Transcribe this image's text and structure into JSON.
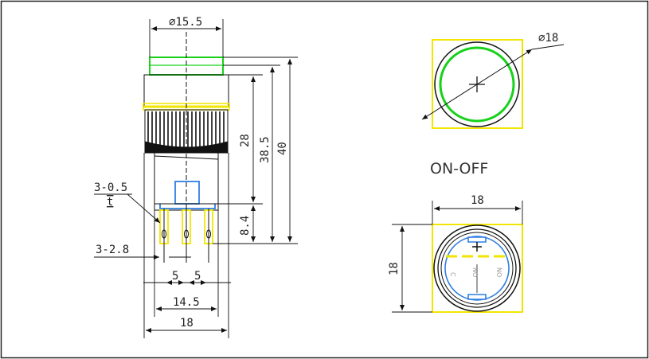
{
  "labels": {
    "top_diameter": "⌀15.5",
    "right_diameter": "⌀18",
    "dim_28": "28",
    "dim_38_5": "38.5",
    "dim_40": "40",
    "dim_8_4": "8.4",
    "pin_thickness": "3-0.5",
    "pin_t": "t",
    "pin_width": "3-2.8",
    "pitch_left": "5",
    "pitch_right": "5",
    "width_14_5": "14.5",
    "width_18": "18",
    "function": "ON-OFF",
    "bottom_top_18": "18",
    "bottom_left_18": "18",
    "term_c": "C",
    "term_no1": "NO",
    "term_no2": "NO"
  },
  "colors": {
    "line": "#111111",
    "yellow": "#f2e600",
    "green": "#17d21a",
    "blue": "#2f7fe0"
  }
}
